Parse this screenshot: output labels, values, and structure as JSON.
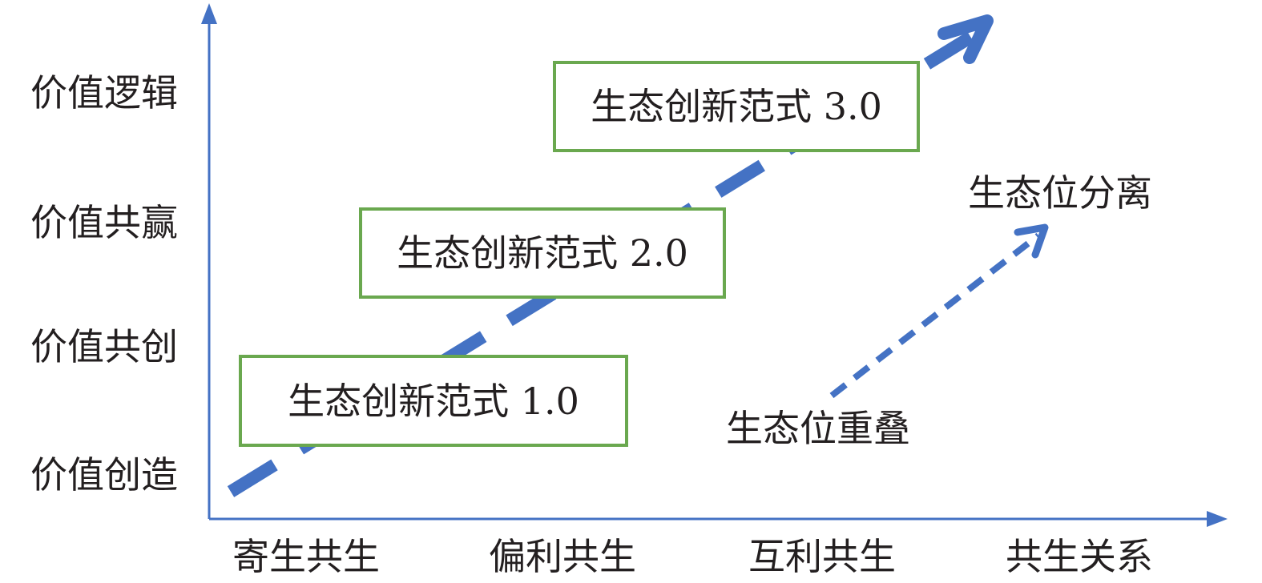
{
  "y_axis": {
    "levels": [
      "价值创造",
      "价值共创",
      "价值共赢",
      "价值逻辑"
    ]
  },
  "x_axis": {
    "categories": [
      "寄生共生",
      "偏利共生",
      "互利共生",
      "共生关系"
    ]
  },
  "paradigms": [
    {
      "label": "生态创新范式 1.0"
    },
    {
      "label": "生态创新范式 2.0"
    },
    {
      "label": "生态创新范式 3.0"
    }
  ],
  "niche": {
    "start_label": "生态位重叠",
    "end_label": "生态位分离"
  },
  "colors": {
    "axis": "#4472c4",
    "arrow": "#4472c4",
    "box_border": "#6aa84f",
    "text": "#231f20"
  }
}
